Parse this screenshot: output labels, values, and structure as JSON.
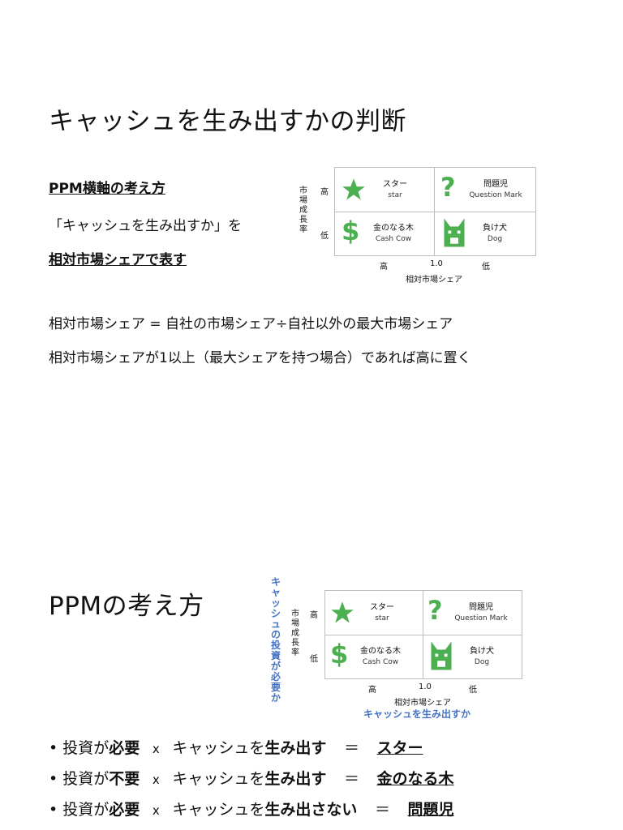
{
  "slide1": {
    "title": "キャッシュを生み出すかの判断",
    "subtitle": "PPM横軸の考え方",
    "line1": "「キャッシュを生み出すか」を",
    "line2": "相対市場シェアで表す",
    "formula1": "相対市場シェア = 自社の市場シェア÷自社以外の最大市場シェア",
    "formula2": "相対市場シェアが1以上（最大シェアを持つ場合）であれば高に置く"
  },
  "matrix": {
    "y_axis": "市場成長率",
    "y_high": "高",
    "y_low": "低",
    "x_high": "高",
    "x_mid": "1.0",
    "x_low": "低",
    "x_axis": "相対市場シェア",
    "star_jp": "スター",
    "star_en": "star",
    "qm_jp": "問題児",
    "qm_en": "Question Mark",
    "cow_jp": "金のなる木",
    "cow_en": "Cash Cow",
    "dog_jp": "負け犬",
    "dog_en": "Dog",
    "icon_color": "#4caf50"
  },
  "slide2": {
    "title": "PPMの考え方",
    "blue_vertical": "キャッシュの投資が必要か",
    "blue_horizontal": "キャッシュを生み出すか",
    "blue_color": "#4472c4",
    "bullets": [
      {
        "mark": "•",
        "a": "投資が",
        "b": "必要",
        "x": "x",
        "c": "キャッシュを",
        "d": "生み出す",
        "eq": "＝",
        "r": "スター"
      },
      {
        "mark": "•",
        "a": "投資が",
        "b": "不要",
        "x": "x",
        "c": "キャッシュを",
        "d": "生み出す",
        "eq": "＝",
        "r": "金のなる木"
      },
      {
        "mark": "•",
        "a": "投資が",
        "b": "必要",
        "x": "x",
        "c": "キャッシュを",
        "d": "生み出さない",
        "eq": "＝",
        "r": "問題児"
      }
    ]
  }
}
